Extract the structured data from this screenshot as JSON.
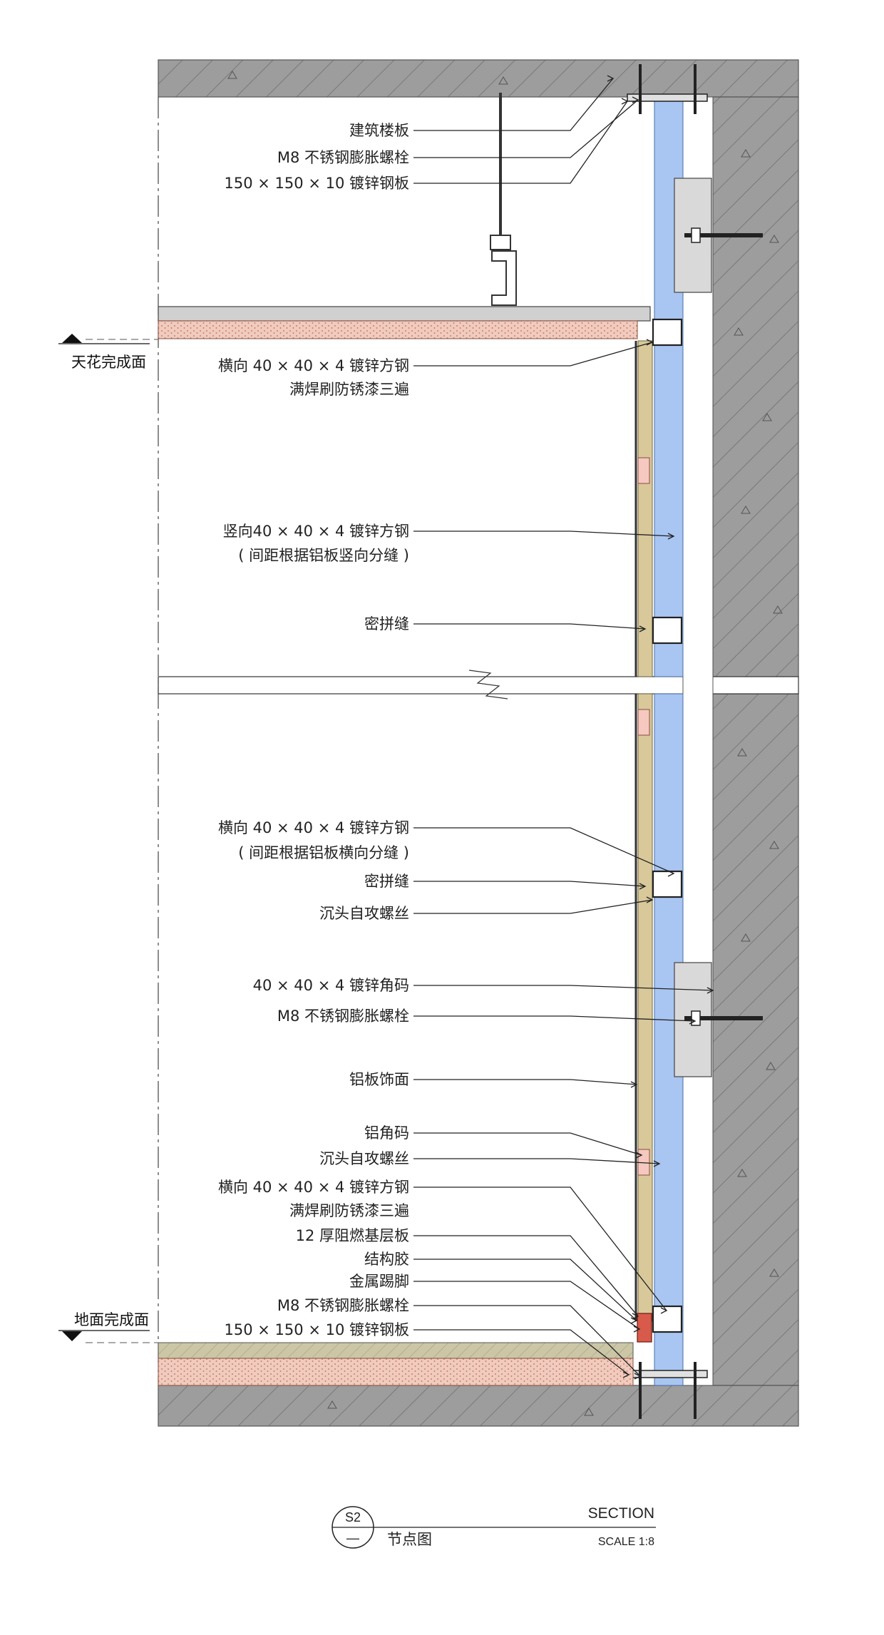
{
  "labels": [
    "建筑楼板",
    "M8 不锈钢膨胀螺栓",
    "150 × 150 × 10 镀锌钢板",
    "横向 40 × 40 × 4 镀锌方钢",
    "满焊刷防锈漆三遍",
    "竖向40 × 40 × 4 镀锌方钢",
    "( 间距根据铝板竖向分缝 )",
    "密拼缝",
    "横向 40 × 40 × 4 镀锌方钢",
    "( 间距根据铝板横向分缝 )",
    "密拼缝",
    "沉头自攻螺丝",
    "40 × 40 × 4 镀锌角码",
    "M8 不锈钢膨胀螺栓",
    "铝板饰面",
    "铝角码",
    "沉头自攻螺丝",
    "横向 40 × 40 × 4 镀锌方钢",
    "满焊刷防锈漆三遍",
    "12 厚阻燃基层板",
    "结构胶",
    "金属踢脚",
    "M8 不锈钢膨胀螺栓",
    "150 × 150 × 10 镀锌钢板"
  ],
  "levels": {
    "ceiling": "天花完成面",
    "floor": "地面完成面"
  },
  "title_block": {
    "symbol_top": "S2",
    "symbol_bottom": "—",
    "name": "节点图",
    "title": "SECTION",
    "scale": "SCALE 1:8"
  },
  "colors": {
    "concrete": "#9b9b9b",
    "wall": "#a6a6a6",
    "cavity_blue": "#a9c6f2",
    "base_board": "#d9c99a",
    "insulation": "#efc9bb",
    "floor_screed": "#c9c2a3"
  }
}
